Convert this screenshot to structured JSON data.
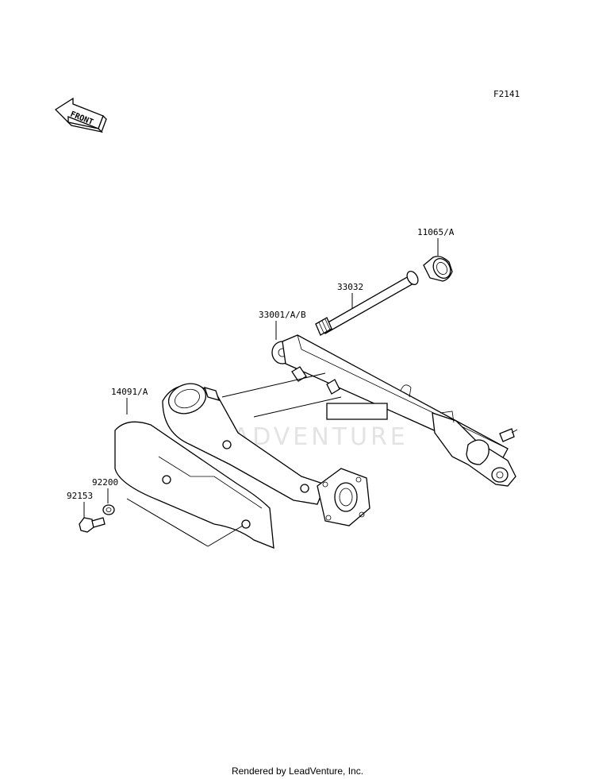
{
  "diagram_code": "F2141",
  "front_arrow_label": "FRONT",
  "watermark": "LEADVENTURE",
  "footer": "Rendered by LeadVenture, Inc.",
  "callouts": [
    {
      "id": "11065A",
      "label": "11065/A"
    },
    {
      "id": "33032",
      "label": "33032"
    },
    {
      "id": "33001AB",
      "label": "33001/A/B"
    },
    {
      "id": "14091A",
      "label": "14091/A"
    },
    {
      "id": "92200",
      "label": "92200"
    },
    {
      "id": "92153",
      "label": "92153"
    }
  ]
}
